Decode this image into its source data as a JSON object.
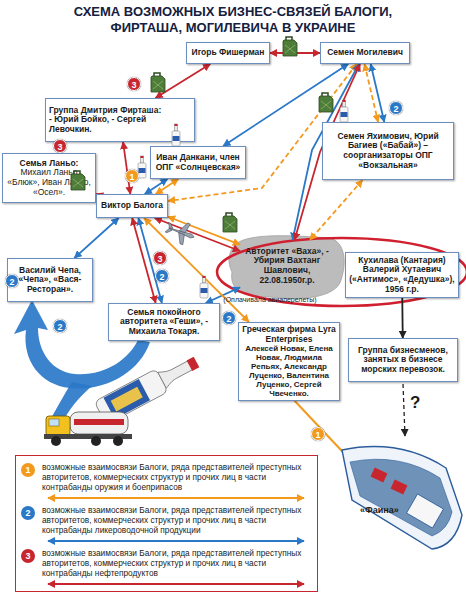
{
  "diagram": {
    "title": "СХЕМА ВОЗМОЖНЫХ БИЗНЕС-СВЯЗЕЙ БАЛОГИ, ФИРТАША, МОГИЛЕВИЧА В УКРАИНЕ",
    "nodes": [
      {
        "text": [
          "Игорь Фишерман"
        ]
      },
      {
        "text": [
          "Семен Могилевич"
        ]
      },
      {
        "text": [
          "Группа Дмитрия Фирташа:",
          "- Юрий Бойко, - Сергей Левочкин."
        ]
      },
      {
        "text": [
          "Семен Яхимович, Юрий Багиев («Бабай») – соорганизаторы ОПГ «Вокзальная»"
        ]
      },
      {
        "text": [
          "Семья Ланьо:",
          "Михаил Ланьо «Блюк», Иван Ланьо, «Осел»."
        ]
      },
      {
        "text": [
          "Иван Данкани, член ОПГ «Солнцевская»"
        ]
      },
      {
        "text": [
          "Виктор Балога"
        ]
      },
      {
        "text": [
          "Авторитет «Ваха», - Убирия Вахтанг Шавлович, 22.08.1950г.р."
        ]
      },
      {
        "text": [
          "Кухилава (Кантария) Валерий Хутаевич («Антимос», «Дедушка»), 1956 г.р."
        ]
      },
      {
        "text": [
          "Василий Чепа, «Чепа», «Вася- Ресторан»."
        ]
      },
      {
        "text": [
          "Семья покойного авторитета «Геши», - Михаила Токаря."
        ]
      },
      {
        "text": [
          "Греческая фирма Lyra Enterprises",
          "Алексей Новак, Елена Новак, Людмила Репьях, Александр Луценко, Валентина Луценко, Сергей Чвеченко."
        ]
      },
      {
        "text": [
          "Группа бизнесменов, занятых в бизнесе морских перевозок."
        ]
      }
    ],
    "edges": [
      {
        "from": 0,
        "to": 1,
        "arrow": "both"
      },
      {
        "from": 2,
        "to": 0,
        "arrow": "both"
      },
      {
        "from": 1,
        "to": 5,
        "arrow": "both"
      },
      {
        "from": 1,
        "to": 6,
        "arrow": "both"
      },
      {
        "from": 1,
        "to": 7,
        "arrow": "both"
      },
      {
        "from": 1,
        "to": 7,
        "arrow": "both"
      },
      {
        "from": 1,
        "to": 3,
        "arrow": "both"
      },
      {
        "from": 1,
        "to": 3,
        "arrow": "both"
      },
      {
        "from": 2,
        "to": 6,
        "arrow": "both"
      },
      {
        "from": 4,
        "to": 6,
        "arrow": "both"
      },
      {
        "from": 5,
        "to": 6,
        "arrow": "both"
      },
      {
        "from": 5,
        "to": 6,
        "arrow": "both"
      },
      {
        "from": 6,
        "to": 9,
        "arrow": "both"
      },
      {
        "from": 6,
        "to": 10,
        "arrow": "both"
      },
      {
        "from": 6,
        "to": 10,
        "arrow": "both"
      },
      {
        "from": 6,
        "to": 7,
        "arrow": "both"
      },
      {
        "from": 6,
        "to": 7,
        "arrow": "both"
      },
      {
        "from": 10,
        "to": 7,
        "arrow": "both"
      },
      {
        "from": 3,
        "to": 7,
        "arrow": "both"
      },
      {
        "from": 6,
        "to": 11,
        "arrow": "both"
      },
      {
        "from": 8,
        "to": 12,
        "arrow": "to"
      }
    ],
    "labels": [
      "3",
      "2",
      "3",
      "1",
      "3",
      "2",
      "2",
      "2",
      "2",
      "(Оплачивала авиаперелеты)",
      "1",
      "?",
      "«Фаина»",
      "1",
      "2",
      "3"
    ],
    "legend": [
      {
        "text": "возможные взаимосвязи Балоги, ряда представителей преступных авторитетов, коммерческих структур и прочих лиц в части контрабанды оружия и боеприпасов",
        "color": "#f39a1e"
      },
      {
        "text": "возможные взаимосвязи Балоги, ряда представителей преступных авторитетов, коммерческих структур и прочих лиц в части контрабанды ликероводочной продукции",
        "color": "#2a78c8"
      },
      {
        "text": "возможные взаимосвязи Балоги, ряда представителей преступных авторитетов, коммерческих структур и прочих лиц в части контрабанды нефтепродуктов",
        "color": "#c8262e"
      }
    ]
  }
}
